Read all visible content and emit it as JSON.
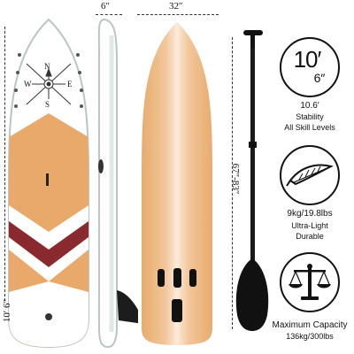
{
  "dimensions": {
    "thickness": "6″",
    "width": "32″",
    "length": "10′ 6″",
    "paddle_length": "67″-83″"
  },
  "specs": {
    "length_badge": {
      "feet": "10′",
      "inches": "6″"
    },
    "stability": {
      "value": "10.6′",
      "line1": "Stability",
      "line2": "All Skill Levels"
    },
    "weight": {
      "value": "9kg/19.8lbs",
      "line1": "Ultra-Light",
      "line2": "Durable"
    },
    "capacity": {
      "title": "Maximum Capacity",
      "value": "136kg/300lbs"
    }
  },
  "compass": {
    "n": "N",
    "s": "S",
    "e": "E",
    "w": "W"
  },
  "colors": {
    "board_orange": "#E8A96A",
    "stripe_maroon": "#8B2A2E",
    "board_white": "#FFFFFF",
    "rail_green": "#DDE9E2",
    "paddle_black": "#111111"
  }
}
